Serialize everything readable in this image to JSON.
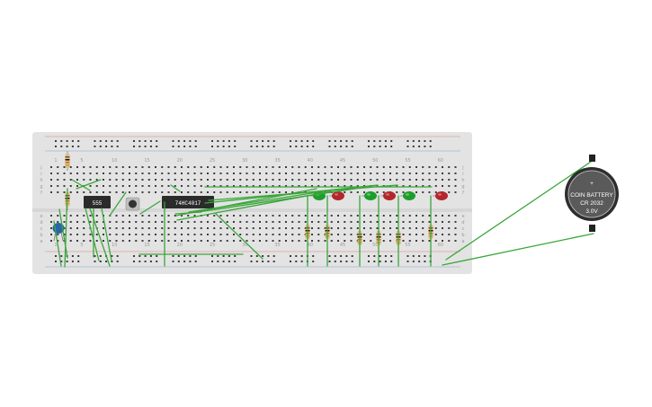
{
  "colors": {
    "board": "#e3e3e3",
    "hole": "#3c3c3c",
    "wire": "#3aa63a",
    "rail_red": "#e06666",
    "rail_blue": "#6699cc",
    "chip": "#2b2b2b",
    "led_green": "#1d9e2c",
    "led_red": "#b3262a",
    "capacitor": "#2a64a8",
    "resistor": "#d9c08a",
    "battery": "#5a5a5a"
  },
  "components": {
    "timer_chip_label": "555",
    "counter_chip_label": "74HC4017",
    "battery_line1": "COIN BATTERY",
    "battery_line2": "CR 2032",
    "battery_line3": "3.0V",
    "battery_plus": "+"
  },
  "column_labels": [
    "1",
    "5",
    "10",
    "15",
    "20",
    "25",
    "30",
    "35",
    "40",
    "45",
    "50",
    "55",
    "60"
  ],
  "row_labels_top": [
    "j",
    "i",
    "h",
    "g",
    "f"
  ],
  "row_labels_bottom": [
    "e",
    "d",
    "c",
    "b",
    "a"
  ],
  "leds": [
    {
      "color": "green"
    },
    {
      "color": "red"
    },
    {
      "color": "green"
    },
    {
      "color": "red"
    },
    {
      "color": "green"
    },
    {
      "color": "red"
    }
  ]
}
